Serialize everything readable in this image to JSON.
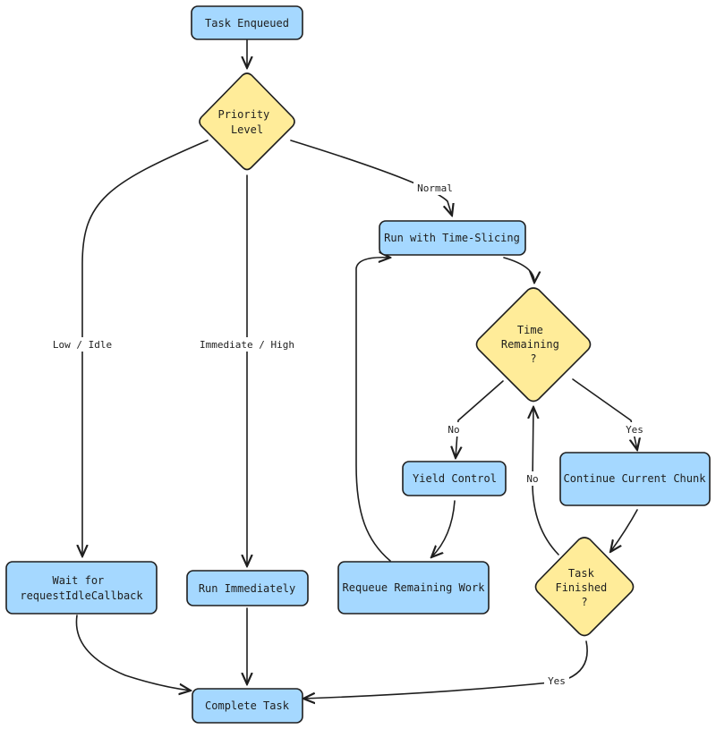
{
  "colors": {
    "process_fill": "#a5d8ff",
    "decision_fill": "#ffec99",
    "stroke": "#1e1e1e"
  },
  "nodes": {
    "task_enqueued": {
      "lines": [
        "Task Enqueued"
      ]
    },
    "priority_level": {
      "lines": [
        "Priority",
        "Level"
      ]
    },
    "run_time_slicing": {
      "lines": [
        "Run with Time-Slicing"
      ]
    },
    "time_remaining": {
      "lines": [
        "Time",
        "Remaining",
        "?"
      ]
    },
    "yield_control": {
      "lines": [
        "Yield Control"
      ]
    },
    "continue_chunk": {
      "lines": [
        "Continue Current Chunk"
      ]
    },
    "wait_idle": {
      "lines": [
        "Wait for",
        "requestIdleCallback"
      ]
    },
    "run_immediately": {
      "lines": [
        "Run Immediately"
      ]
    },
    "requeue_work": {
      "lines": [
        "Requeue Remaining Work"
      ]
    },
    "task_finished": {
      "lines": [
        "Task",
        "Finished",
        "?"
      ]
    },
    "complete_task": {
      "lines": [
        "Complete Task"
      ]
    }
  },
  "edges": {
    "normal": "Normal",
    "low_idle": "Low / Idle",
    "immediate_high": "Immediate / High",
    "no_time": "No",
    "yes_time": "Yes",
    "no_finished": "No",
    "yes_finished": "Yes"
  }
}
